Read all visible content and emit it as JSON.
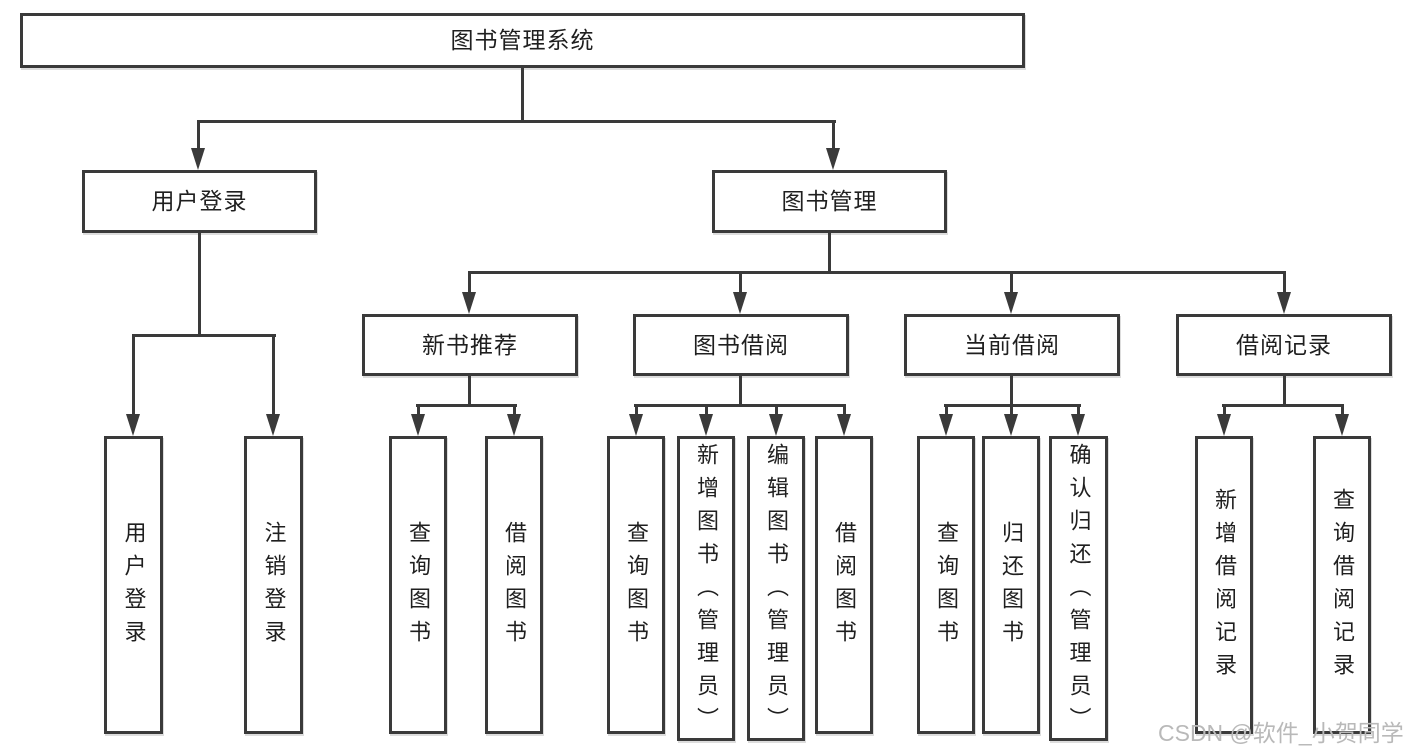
{
  "diagram": {
    "root": {
      "label": "图书管理系统"
    },
    "branches": [
      {
        "label": "用户登录",
        "children": [
          {
            "label": "用户登录"
          },
          {
            "label": "注销登录"
          }
        ]
      },
      {
        "label": "图书管理",
        "children": [
          {
            "label": "新书推荐",
            "children": [
              {
                "label": "查询图书"
              },
              {
                "label": "借阅图书"
              }
            ]
          },
          {
            "label": "图书借阅",
            "children": [
              {
                "label": "查询图书"
              },
              {
                "label": "新增图书（管理员）"
              },
              {
                "label": "编辑图书（管理员）"
              },
              {
                "label": "借阅图书"
              }
            ]
          },
          {
            "label": "当前借阅",
            "children": [
              {
                "label": "查询图书"
              },
              {
                "label": "归还图书"
              },
              {
                "label": "确认归还（管理员）"
              }
            ]
          },
          {
            "label": "借阅记录",
            "children": [
              {
                "label": "新增借阅记录"
              },
              {
                "label": "查询借阅记录"
              }
            ]
          }
        ]
      }
    ]
  },
  "watermark": {
    "text": "CSDN @软件_小贺同学"
  },
  "colors": {
    "line": "#3a3a3a",
    "text": "#1f1f1f",
    "watermark": "#b9b9b9",
    "background": "#ffffff"
  }
}
